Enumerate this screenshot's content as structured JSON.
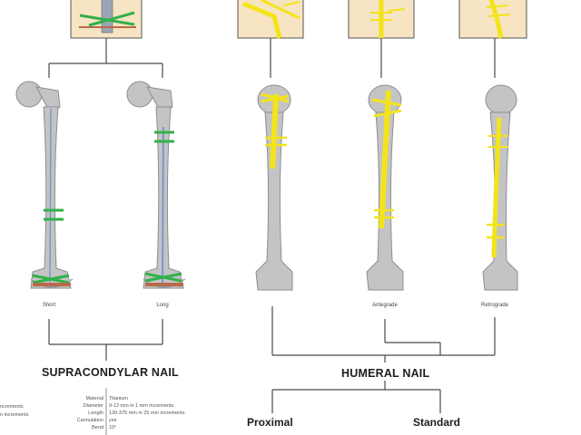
{
  "colors": {
    "bone": "#c4c4c6",
    "bone_edge": "#8e8e90",
    "yellow_nail": "#f3e41a",
    "green_screw": "#33b04a",
    "blue_nail": "#7a98c4",
    "inset_bg": "#f6e4c2",
    "connector": "#4a4a4a"
  },
  "bones": {
    "short": {
      "label": "Short"
    },
    "long": {
      "label": "Long"
    },
    "antegrade": {
      "label": "Antegrade"
    },
    "retrograde": {
      "label": "Retrograde"
    }
  },
  "sections": {
    "supracondylar": "SUPRACONDYLAR NAIL",
    "humeral": "HUMERAL NAIL",
    "proximal": "Proximal",
    "standard": "Standard"
  },
  "left_fragments": [
    "ncrements",
    "n increments"
  ],
  "specs": [
    {
      "key": "Material",
      "value": "Titanium"
    },
    {
      "key": "Diameter",
      "value": "9-12 mm in 1 mm increments"
    },
    {
      "key": "Length",
      "value": "130-375 mm in 25 mm increments"
    },
    {
      "key": "Cannulation",
      "value": "yes"
    },
    {
      "key": "Bend",
      "value": "10°"
    }
  ]
}
